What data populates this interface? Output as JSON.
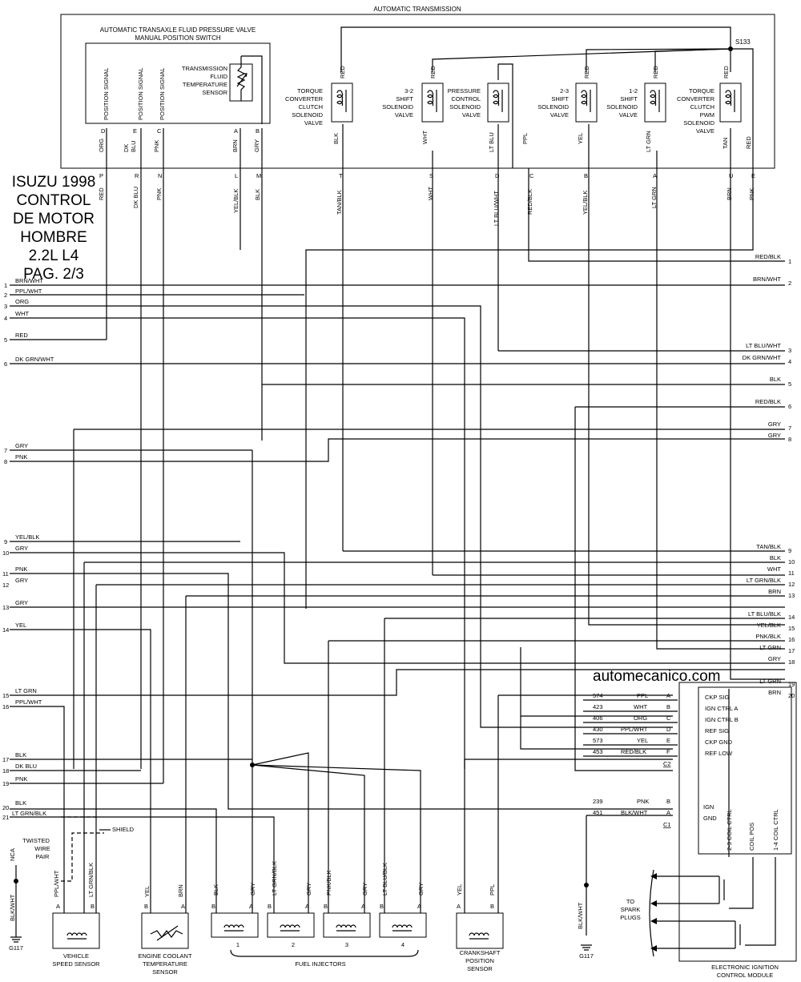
{
  "top": {
    "title": "AUTOMATIC TRANSMISSION",
    "valve_header_1": "AUTOMATIC TRANSAXLE FLUID PRESSURE VALVE",
    "valve_header_2": "MANUAL POSITION SWITCH",
    "splice": "S133"
  },
  "page_title": {
    "lines": [
      "ISUZU 1998",
      "CONTROL",
      "DE MOTOR",
      "HOMBRE",
      "2.2L L4",
      "PAG. 2/3"
    ]
  },
  "watermark": "automecanico.com",
  "switch_signals": [
    "POSITION SIGNAL",
    "POSITION SIGNAL",
    "POSITION SIGNAL"
  ],
  "tft_sensor": [
    "TRANSMISSION",
    "FLUID",
    "TEMPERATURE",
    "SENSOR"
  ],
  "solenoids": [
    {
      "lines": [
        "TORQUE",
        "CONVERTER",
        "CLUTCH",
        "SOLENOID",
        "VALVE"
      ]
    },
    {
      "lines": [
        "3-2",
        "SHIFT",
        "SOLENOID",
        "VALVE"
      ]
    },
    {
      "lines": [
        "PRESSURE",
        "CONTROL",
        "SOLENOID",
        "VALVE"
      ]
    },
    {
      "lines": [
        "2-3",
        "SHIFT",
        "SOLENOID",
        "VALVE"
      ]
    },
    {
      "lines": [
        "1-2",
        "SHIFT",
        "SOLENOID",
        "VALVE"
      ]
    },
    {
      "lines": [
        "TORQUE",
        "CONVERTER",
        "CLUTCH",
        "PWM",
        "SOLENOID",
        "VALVE"
      ]
    }
  ],
  "sol_top_wires": [
    "RED",
    "RED",
    "RED",
    "RED",
    "RED"
  ],
  "trans_inner_colors": [
    "ORG",
    "DK",
    "BLU",
    "PNK",
    "BRN",
    "GRY",
    "BLK",
    "WHT",
    "LT BLU",
    "PPL",
    "YEL",
    "LT GRN",
    "TAN",
    "RED"
  ],
  "trans_inner_pins": [
    "D",
    "E",
    "C",
    "A",
    "B"
  ],
  "trans_pins": [
    "P",
    "R",
    "N",
    "L",
    "M",
    "T",
    "S",
    "D",
    "C",
    "B",
    "A",
    "U",
    "E"
  ],
  "trans_colors": [
    "RED",
    "DK BLU",
    "PNK",
    "YEL/BLK",
    "BLK",
    "TAN/BLK",
    "WHT",
    "LT BLU/WHT",
    "RED/BLK",
    "YEL/BLK",
    "LT GRN",
    "BRN",
    "PNK"
  ],
  "left_connector": {
    "numbers": [
      "1",
      "2",
      "3",
      "4",
      "5",
      "6",
      "7",
      "8",
      "9",
      "10",
      "11",
      "12",
      "13",
      "14",
      "15",
      "16",
      "17",
      "18",
      "19",
      "20",
      "21"
    ],
    "wires": [
      "BRN/WHT",
      "PPL/WHT",
      "ORG",
      "WHT",
      "RED",
      "DK GRN/WHT",
      "GRY",
      "PNK",
      "YEL/BLK",
      "GRY",
      "PNK",
      "GRY",
      "GRY",
      "YEL",
      "LT GRN",
      "PPL/WHT",
      "BLK",
      "DK BLU",
      "PNK",
      "BLK",
      "LT GRN/BLK"
    ]
  },
  "right_connector": {
    "numbers": [
      "1",
      "2",
      "3",
      "4",
      "5",
      "6",
      "7",
      "8",
      "9",
      "10",
      "11",
      "12",
      "13",
      "14",
      "15",
      "16",
      "17",
      "18",
      "19",
      "20"
    ],
    "wires": [
      "RED/BLK",
      "BRN/WHT",
      "LT BLU/WHT",
      "DK GRN/WHT",
      "BLK",
      "RED/BLK",
      "GRY",
      "GRY",
      "TAN/BLK",
      "BLK",
      "WHT",
      "LT GRN/BLK",
      "BRN",
      "LT BLU/BLK",
      "YEL/BLK",
      "PNK/BLK",
      "LT GRN",
      "GRY",
      "LT GRN",
      "BRN"
    ]
  },
  "module": {
    "c2_rows": [
      {
        "circuit": "574",
        "color": "PPL",
        "pin": "A",
        "label": "CKP SIG"
      },
      {
        "circuit": "423",
        "color": "WHT",
        "pin": "B",
        "label": "IGN CTRL A"
      },
      {
        "circuit": "406",
        "color": "ORG",
        "pin": "C",
        "label": "IGN CTRL B"
      },
      {
        "circuit": "430",
        "color": "PPL/WHT",
        "pin": "D",
        "label": "REF SIG"
      },
      {
        "circuit": "573",
        "color": "YEL",
        "pin": "E",
        "label": "CKP GND"
      },
      {
        "circuit": "453",
        "color": "RED/BLK",
        "pin": "F",
        "label": "REF LOW"
      }
    ],
    "c2_label": "C2",
    "c1_rows": [
      {
        "circuit": "239",
        "color": "PNK",
        "pin": "B",
        "label": "IGN"
      },
      {
        "circuit": "451",
        "color": "BLK/WHT",
        "pin": "A",
        "label": "GND"
      }
    ],
    "c1_label": "C1",
    "coil_labels": [
      "2-3 COIL CTRL",
      "COIL POS",
      "1-4 COIL CTRL"
    ],
    "spark": [
      "TO",
      "SPARK",
      "PLUGS"
    ],
    "name": [
      "ELECTRONIC IGNITION",
      "CONTROL MODULE"
    ]
  },
  "bottom": {
    "shield": "SHIELD",
    "twisted": [
      "TWISTED",
      "WIRE",
      "PAIR"
    ],
    "nca": "NCA",
    "ground_wire": "BLK/WHT",
    "ground_label": "G117",
    "vss": {
      "name": [
        "VEHICLE",
        "SPEED SENSOR"
      ],
      "pins": [
        "A",
        "B"
      ],
      "wires": [
        "PPL/WHT",
        "LT GRN/BLK"
      ]
    },
    "ect": {
      "name": [
        "ENGINE COOLANT",
        "TEMPERATURE",
        "SENSOR"
      ],
      "pins": [
        "B",
        "A"
      ],
      "wires": [
        "YEL",
        "BRN"
      ]
    },
    "injectors": {
      "name": "FUEL INJECTORS",
      "numbers": [
        "1",
        "2",
        "3",
        "4"
      ],
      "pins": [
        "B",
        "A"
      ],
      "wires": [
        [
          "BLK",
          "GRY"
        ],
        [
          "LT GRN/BLK",
          "GRY"
        ],
        [
          "PNK/BLK",
          "GRY"
        ],
        [
          "LT BLU/BLK",
          "GRY"
        ]
      ]
    },
    "ckp": {
      "name": [
        "CRANKSHAFT",
        "POSITION",
        "SENSOR"
      ],
      "pins": [
        "A",
        "B"
      ],
      "wires": [
        "YEL",
        "PPL"
      ]
    },
    "module_ground_wire": "BLK/WHT",
    "module_ground_label": "G117"
  }
}
